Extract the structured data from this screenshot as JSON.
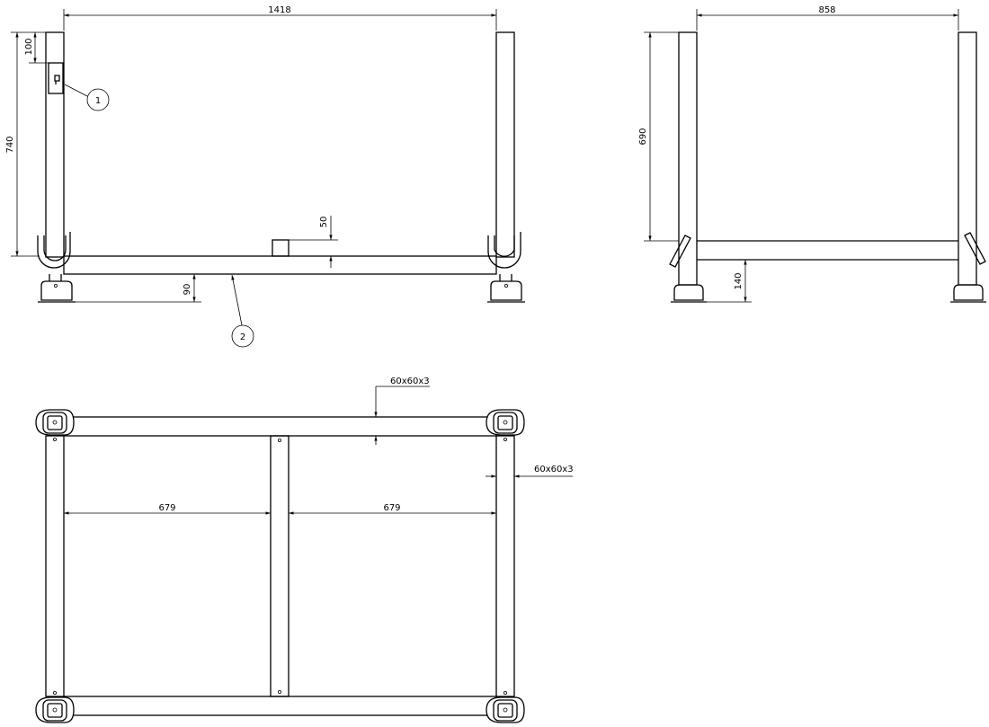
{
  "front_view": {
    "dim_width": "1418",
    "dim_height": "740",
    "dim_top_offset": "100",
    "dim_stub": "50",
    "dim_beam_height": "90",
    "callout_1": "1",
    "callout_2": "2"
  },
  "side_view": {
    "dim_width": "858",
    "dim_height": "690",
    "dim_lower_beam": "140"
  },
  "plan_view": {
    "profile_top": "60x60x3",
    "profile_side": "60x60x3",
    "dim_left_span": "679",
    "dim_right_span": "679"
  }
}
